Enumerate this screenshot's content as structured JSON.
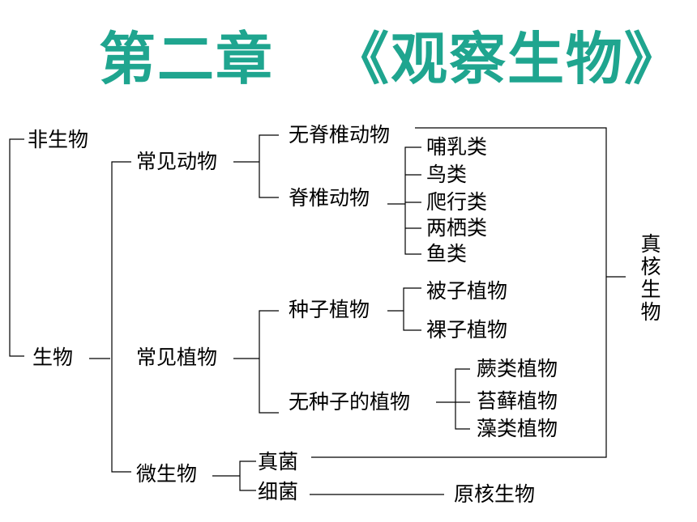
{
  "colors": {
    "title": "#1fa58f",
    "text": "#000000",
    "line": "#000000",
    "background": "#ffffff"
  },
  "title": {
    "chapter": "第二章",
    "name": "《观察生物》"
  },
  "tree": {
    "non_living": "非生物",
    "living": "生物",
    "animals": {
      "label": "常见动物",
      "invertebrates": "无脊椎动物",
      "vertebrates": {
        "label": "脊椎动物",
        "children": [
          "哺乳类",
          "鸟类",
          "爬行类",
          "两栖类",
          "鱼类"
        ]
      }
    },
    "plants": {
      "label": "常见植物",
      "seed_plants": {
        "label": "种子植物",
        "children": [
          "被子植物",
          "裸子植物"
        ]
      },
      "seedless_plants": {
        "label": "无种子的植物",
        "children": [
          "蕨类植物",
          "苔藓植物",
          "藻类植物"
        ]
      }
    },
    "microbes": {
      "label": "微生物",
      "fungi": "真菌",
      "bacteria": "细菌"
    },
    "eukaryote": [
      "真",
      "核",
      "生",
      "物"
    ],
    "prokaryote": "原核生物"
  }
}
